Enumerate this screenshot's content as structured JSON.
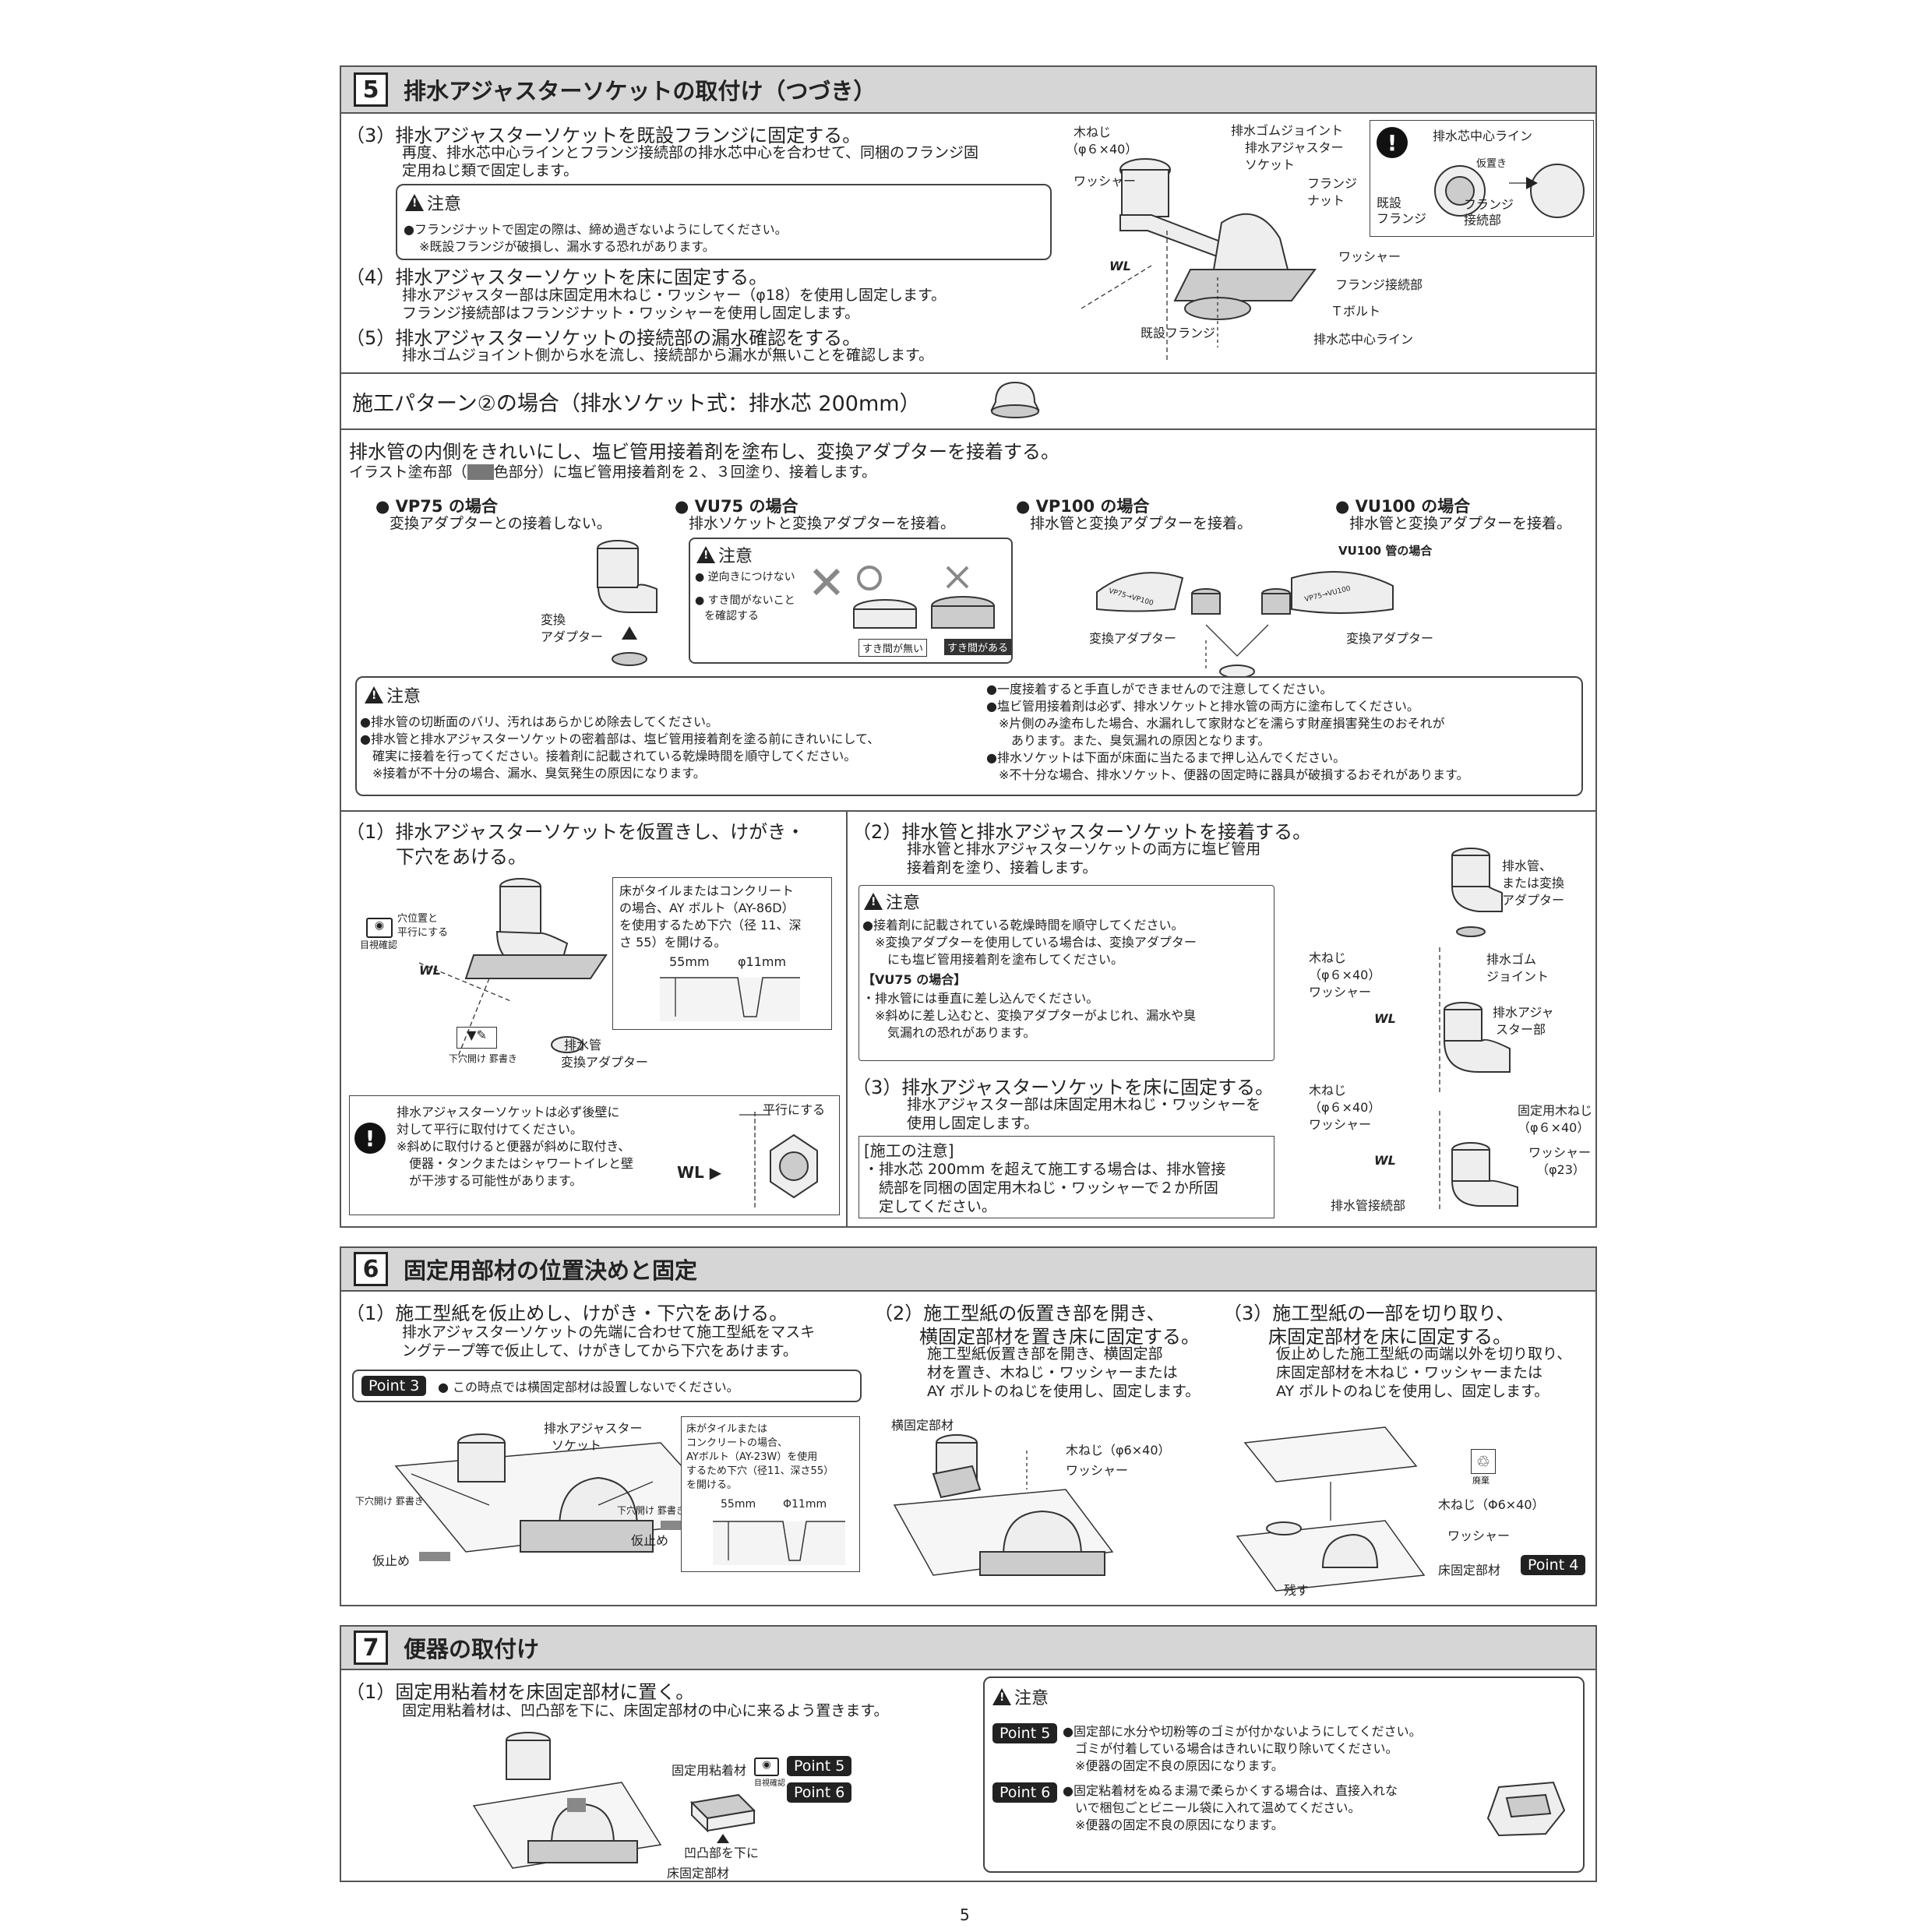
{
  "s5": {
    "num": "5",
    "title": "排水アジャスターソケットの取付け（つづき）",
    "step3_title": "（3）排水アジャスターソケットを既設フランジに固定する。",
    "step3_body1": "再度、排水芯中心ラインとフランジ接続部の排水芯中心を合わせて、同梱のフランジ固",
    "step3_body2": "定用ねじ類で固定します。",
    "caution_label": "注意",
    "caution_line1": "●フランジナットで固定の際は、締め過ぎないようにしてください。",
    "caution_line2": "※既設フランジが破損し、漏水する恐れがあります。",
    "step4_title": "（4）排水アジャスターソケットを床に固定する。",
    "step4_body1": "排水アジャスター部は床固定用木ねじ・ワッシャー（φ18）を使用し固定します。",
    "step4_body2": "フランジ接続部はフランジナット・ワッシャーを使用し固定します。",
    "step5_title": "（5）排水アジャスターソケットの接続部の漏水確認をする。",
    "step5_body": "排水ゴムジョイント側から水を流し、接続部から漏水が無いことを確認します。",
    "fig_labels": {
      "wood_screw": "木ねじ",
      "wood_screw_size": "（φ６×40）",
      "washer1": "ワッシャー",
      "rubber_joint": "排水ゴムジョイント",
      "adjuster_socket1": "排水アジャスター",
      "adjuster_socket2": "ソケット",
      "flange_nut1": "フランジ",
      "flange_nut2": "ナット",
      "washer2": "ワッシャー",
      "flange_conn": "フランジ接続部",
      "t_bolt": "Ｔボルト",
      "existing_flange": "既設フランジ",
      "center_line": "排水芯中心ライン",
      "wl": "WL"
    },
    "inset": {
      "center_line": "排水芯中心ライン",
      "temp": "仮置き",
      "existing1": "既設",
      "existing2": "フランジ",
      "conn1": "フランジ",
      "conn2": "接続部"
    }
  },
  "p2": {
    "title": "施工パターン②の場合（排水ソケット式：排水芯 200mm）",
    "intro": "排水管の内側をきれいにし、塩ビ管用接着剤を塗布し、変換アダプターを接着する。",
    "note_pre": "イラスト塗布部（",
    "note_post": "色部分）に塩ビ管用接着剤を２、３回塗り、接着します。",
    "cases": [
      {
        "title": "● VP75 の場合",
        "desc": "変換アダプターとの接着しない。"
      },
      {
        "title": "● VU75 の場合",
        "desc": "排水ソケットと変換アダプターを接着。"
      },
      {
        "title": "● VP100 の場合",
        "desc": "排水管と変換アダプターを接着。"
      },
      {
        "title": "● VU100 の場合",
        "desc": "排水管と変換アダプターを接着。"
      }
    ],
    "vp75_label1": "変換",
    "vp75_label2": "アダプター",
    "vu75_caution": {
      "label": "注意",
      "line1": "● 逆向きにつけない",
      "line2a": "● すき間がないこと",
      "line2b": "を確認する",
      "no_gap": "すき間が無い",
      "gap": "すき間がある"
    },
    "vu100_pipe": "VU100 管の場合",
    "tag_left": "VP75→VP100",
    "tag_right": "VP75→VU100",
    "adapter_left": "変換アダプター",
    "adapter_right": "変換アダプター",
    "caution": {
      "label": "注意",
      "left": [
        "●排水管の切断面のバリ、汚れはあらかじめ除去してください。",
        "●排水管と排水アジャスターソケットの密着部は、塩ビ管用接着剤を塗る前にきれいにして、",
        "　確実に接着を行ってください。接着剤に記載されている乾燥時間を順守してください。",
        "　※接着が不十分の場合、漏水、臭気発生の原因になります。"
      ],
      "right": [
        "●一度接着すると手直しができませんので注意してください。",
        "●塩ビ管用接着剤は必ず、排水ソケットと排水管の両方に塗布してください。",
        "　※片側のみ塗布した場合、水漏れして家財などを濡らす財産損害発生のおそれが",
        "　　あります。また、臭気漏れの原因となります。",
        "●排水ソケットは下面が床面に当たるまで押し込んでください。",
        "　※不十分な場合、排水ソケット、便器の固定時に器具が破損するおそれがあります。"
      ]
    },
    "step1_title1": "（1）排水アジャスターソケットを仮置きし、けがき・",
    "step1_title2": "下穴をあける。",
    "step1_labels": {
      "hole1": "穴位置と",
      "hole2": "平行にする",
      "visual": "目視確認",
      "wl": "WL",
      "drill": "下穴開け 罫書き",
      "pipe": "排水管",
      "adapter": "変換アダプター"
    },
    "tile_note": [
      "床がタイルまたはコンクリート",
      "の場合、AY ボルト（AY-86D）",
      "を使用するため下穴（径 11、深",
      "さ 55）を開ける。"
    ],
    "tile_dims": {
      "depth": "55mm",
      "dia": "φ11mm"
    },
    "parallel_box": {
      "lines": [
        "排水アジャスターソケットは必ず後壁に",
        "対して平行に取付けてください。",
        "※斜めに取付けると便器が斜めに取付き、",
        "　便器・タンクまたはシャワートイレと壁",
        "　が干渉する可能性があります。"
      ],
      "parallel": "平行にする",
      "wl": "WL ▶"
    },
    "step2_title": "（2）排水管と排水アジャスターソケットを接着する。",
    "step2_body1": "排水管と排水アジャスターソケットの両方に塩ビ管用",
    "step2_body2": "接着剤を塗り、接着します。",
    "step2_caution": {
      "label": "注意",
      "lines": [
        "●接着剤に記載されている乾燥時間を順守してください。",
        "　※変換アダプターを使用している場合は、変換アダプター",
        "　　にも塩ビ管用接着剤を塗布してください。"
      ],
      "vu75": "【VU75 の場合】",
      "lines2": [
        "・排水管には垂直に差し込んでください。",
        "　※斜めに差し込むと、変換アダプターがよじれ、漏水や臭",
        "　　気漏れの恐れがあります。"
      ]
    },
    "step3_title": "（3）排水アジャスターソケットを床に固定する。",
    "step3_body1": "排水アジャスター部は床固定用木ねじ・ワッシャーを",
    "step3_body2": "使用し固定します。",
    "construct_note": {
      "title": "[施工の注意]",
      "lines": [
        "・排水芯 200mm を超えて施工する場合は、排水管接",
        "　続部を同梱の固定用木ねじ・ワッシャーで２か所固",
        "　定してください。"
      ]
    },
    "right_fig": {
      "pipe1": "排水管、",
      "pipe2": "または変換",
      "pipe3": "アダプター",
      "screw1": "木ねじ",
      "screw1b": "（φ６×40）",
      "washer1": "ワッシャー",
      "rubber1": "排水ゴム",
      "rubber2": "ジョイント",
      "adj1": "排水アジャ",
      "adj2": "スター部",
      "wl1": "WL",
      "screw2": "木ねじ",
      "screw2b": "（φ６×40）",
      "washer2": "ワッシャー",
      "fix1": "固定用木ねじ",
      "fix2": "（φ６×40）",
      "washer3": "ワッシャー",
      "washer3b": "（φ23）",
      "wl2": "WL",
      "pipe_conn": "排水管接続部"
    }
  },
  "s6": {
    "num": "6",
    "title": "固定用部材の位置決めと固定",
    "step1_title": "（1）施工型紙を仮止めし、けがき・下穴をあける。",
    "step1_body1": "排水アジャスターソケットの先端に合わせて施工型紙をマスキ",
    "step1_body2": "ングテープ等で仮止して、けがきしてから下穴をあけます。",
    "point3": "Point 3",
    "point3_text": "● この時点では横固定部材は設置しないでください。",
    "fig1": {
      "socket1": "排水アジャスター",
      "socket2": "ソケット",
      "drill": "下穴開け 罫書き",
      "drill2": "下穴開け 罫書き",
      "tack1": "仮止め",
      "tack2": "仮止め"
    },
    "tile_note": [
      "床がタイルまたは",
      "コンクリートの場合、",
      "AYボルト（AY-23W）を使用",
      "するため下穴（径11、深さ55）",
      "を開ける。"
    ],
    "tile_dims": {
      "depth": "55mm",
      "dia": "Φ11mm"
    },
    "step2_title1": "（2）施工型紙の仮置き部を開き、",
    "step2_title2": "横固定部材を置き床に固定する。",
    "step2_body": [
      "施工型紙仮置き部を開き、横固定部",
      "材を置き、木ねじ・ワッシャーまたは",
      "AY ボルトのねじを使用し、固定します。"
    ],
    "fig2": {
      "side": "横固定部材",
      "screw": "木ねじ（φ6×40）",
      "washer": "ワッシャー"
    },
    "step3_title1": "（3）施工型紙の一部を切り取り、",
    "step3_title2": "床固定部材を床に固定する。",
    "step3_body": [
      "仮止めした施工型紙の両端以外を切り取り、",
      "床固定部材を木ねじ・ワッシャーまたは",
      "AY ボルトのねじを使用し、固定します。"
    ],
    "fig3": {
      "dispose": "廃棄",
      "screw": "木ねじ（Φ6×40）",
      "washer": "ワッシャー",
      "floor": "床固定部材",
      "point4": "Point 4",
      "leave": "残す"
    }
  },
  "s7": {
    "num": "7",
    "title": "便器の取付け",
    "step1_title": "（1）固定用粘着材を床固定部材に置く。",
    "step1_body": "固定用粘着材は、凹凸部を下に、床固定部材の中心に来るよう置きます。",
    "fig": {
      "adhesive": "固定用粘着材",
      "visual": "目視確認",
      "point5": "Point 5",
      "point6": "Point 6",
      "down": "凹凸部を下に",
      "floor": "床固定部材"
    },
    "caution_label": "注意",
    "point5": "Point 5",
    "point5_lines": [
      "●固定部に水分や切粉等のゴミが付かないようにしてください。",
      "　ゴミが付着している場合はきれいに取り除いてください。",
      "　※便器の固定不良の原因になります。"
    ],
    "point6": "Point 6",
    "point6_lines": [
      "●固定粘着材をぬるま湯で柔らかくする場合は、直接入れな",
      "　いで梱包ごとビニール袋に入れて温めてください。",
      "　※便器の固定不良の原因になります。"
    ]
  },
  "page_number": "5"
}
